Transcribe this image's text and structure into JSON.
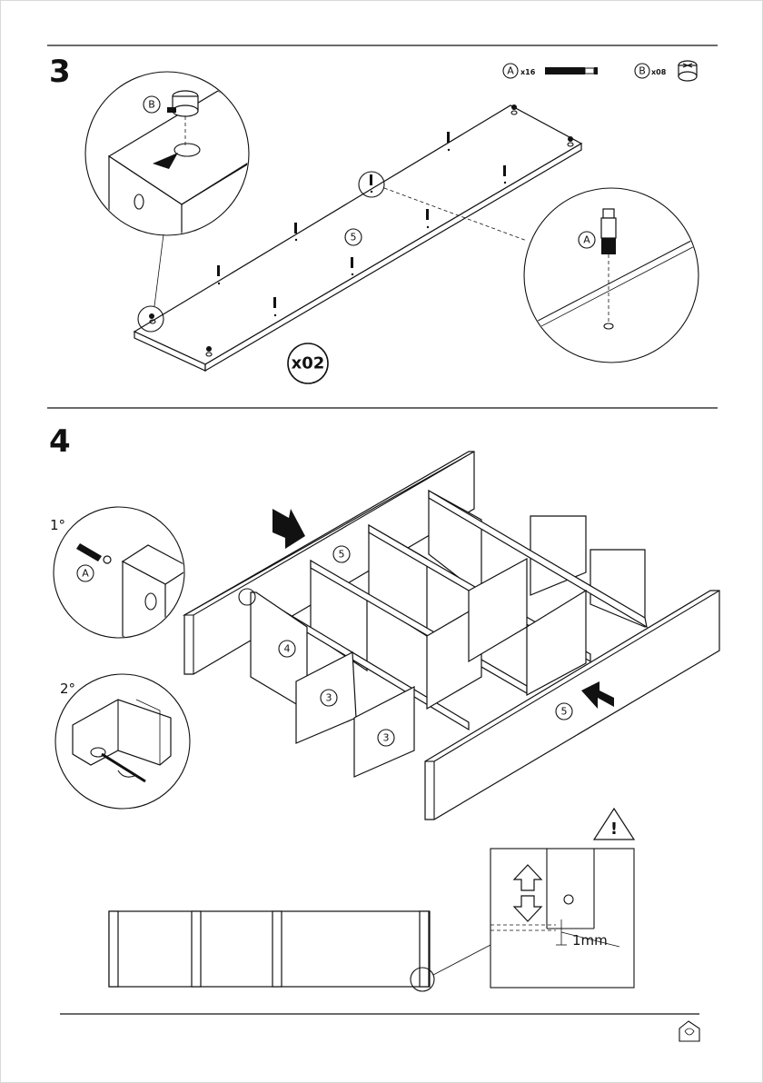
{
  "steps": [
    {
      "number": "3",
      "parts": [
        {
          "id": "A",
          "qty": "x16",
          "icon": "cam-bolt-icon"
        },
        {
          "id": "B",
          "qty": "x08",
          "icon": "cam-lock-icon"
        }
      ],
      "panel_label": "5",
      "detail_left_label": "B",
      "detail_right_label": "A",
      "multiplier": "x02"
    },
    {
      "number": "4",
      "sub1": {
        "ordinal": "1°",
        "label": "A"
      },
      "sub2": {
        "ordinal": "2°"
      },
      "panel_labels": [
        "5",
        "4",
        "3",
        "3",
        "5"
      ],
      "warning_measure": "1mm"
    }
  ],
  "footer": {
    "icon": "brand-logo-icon"
  }
}
